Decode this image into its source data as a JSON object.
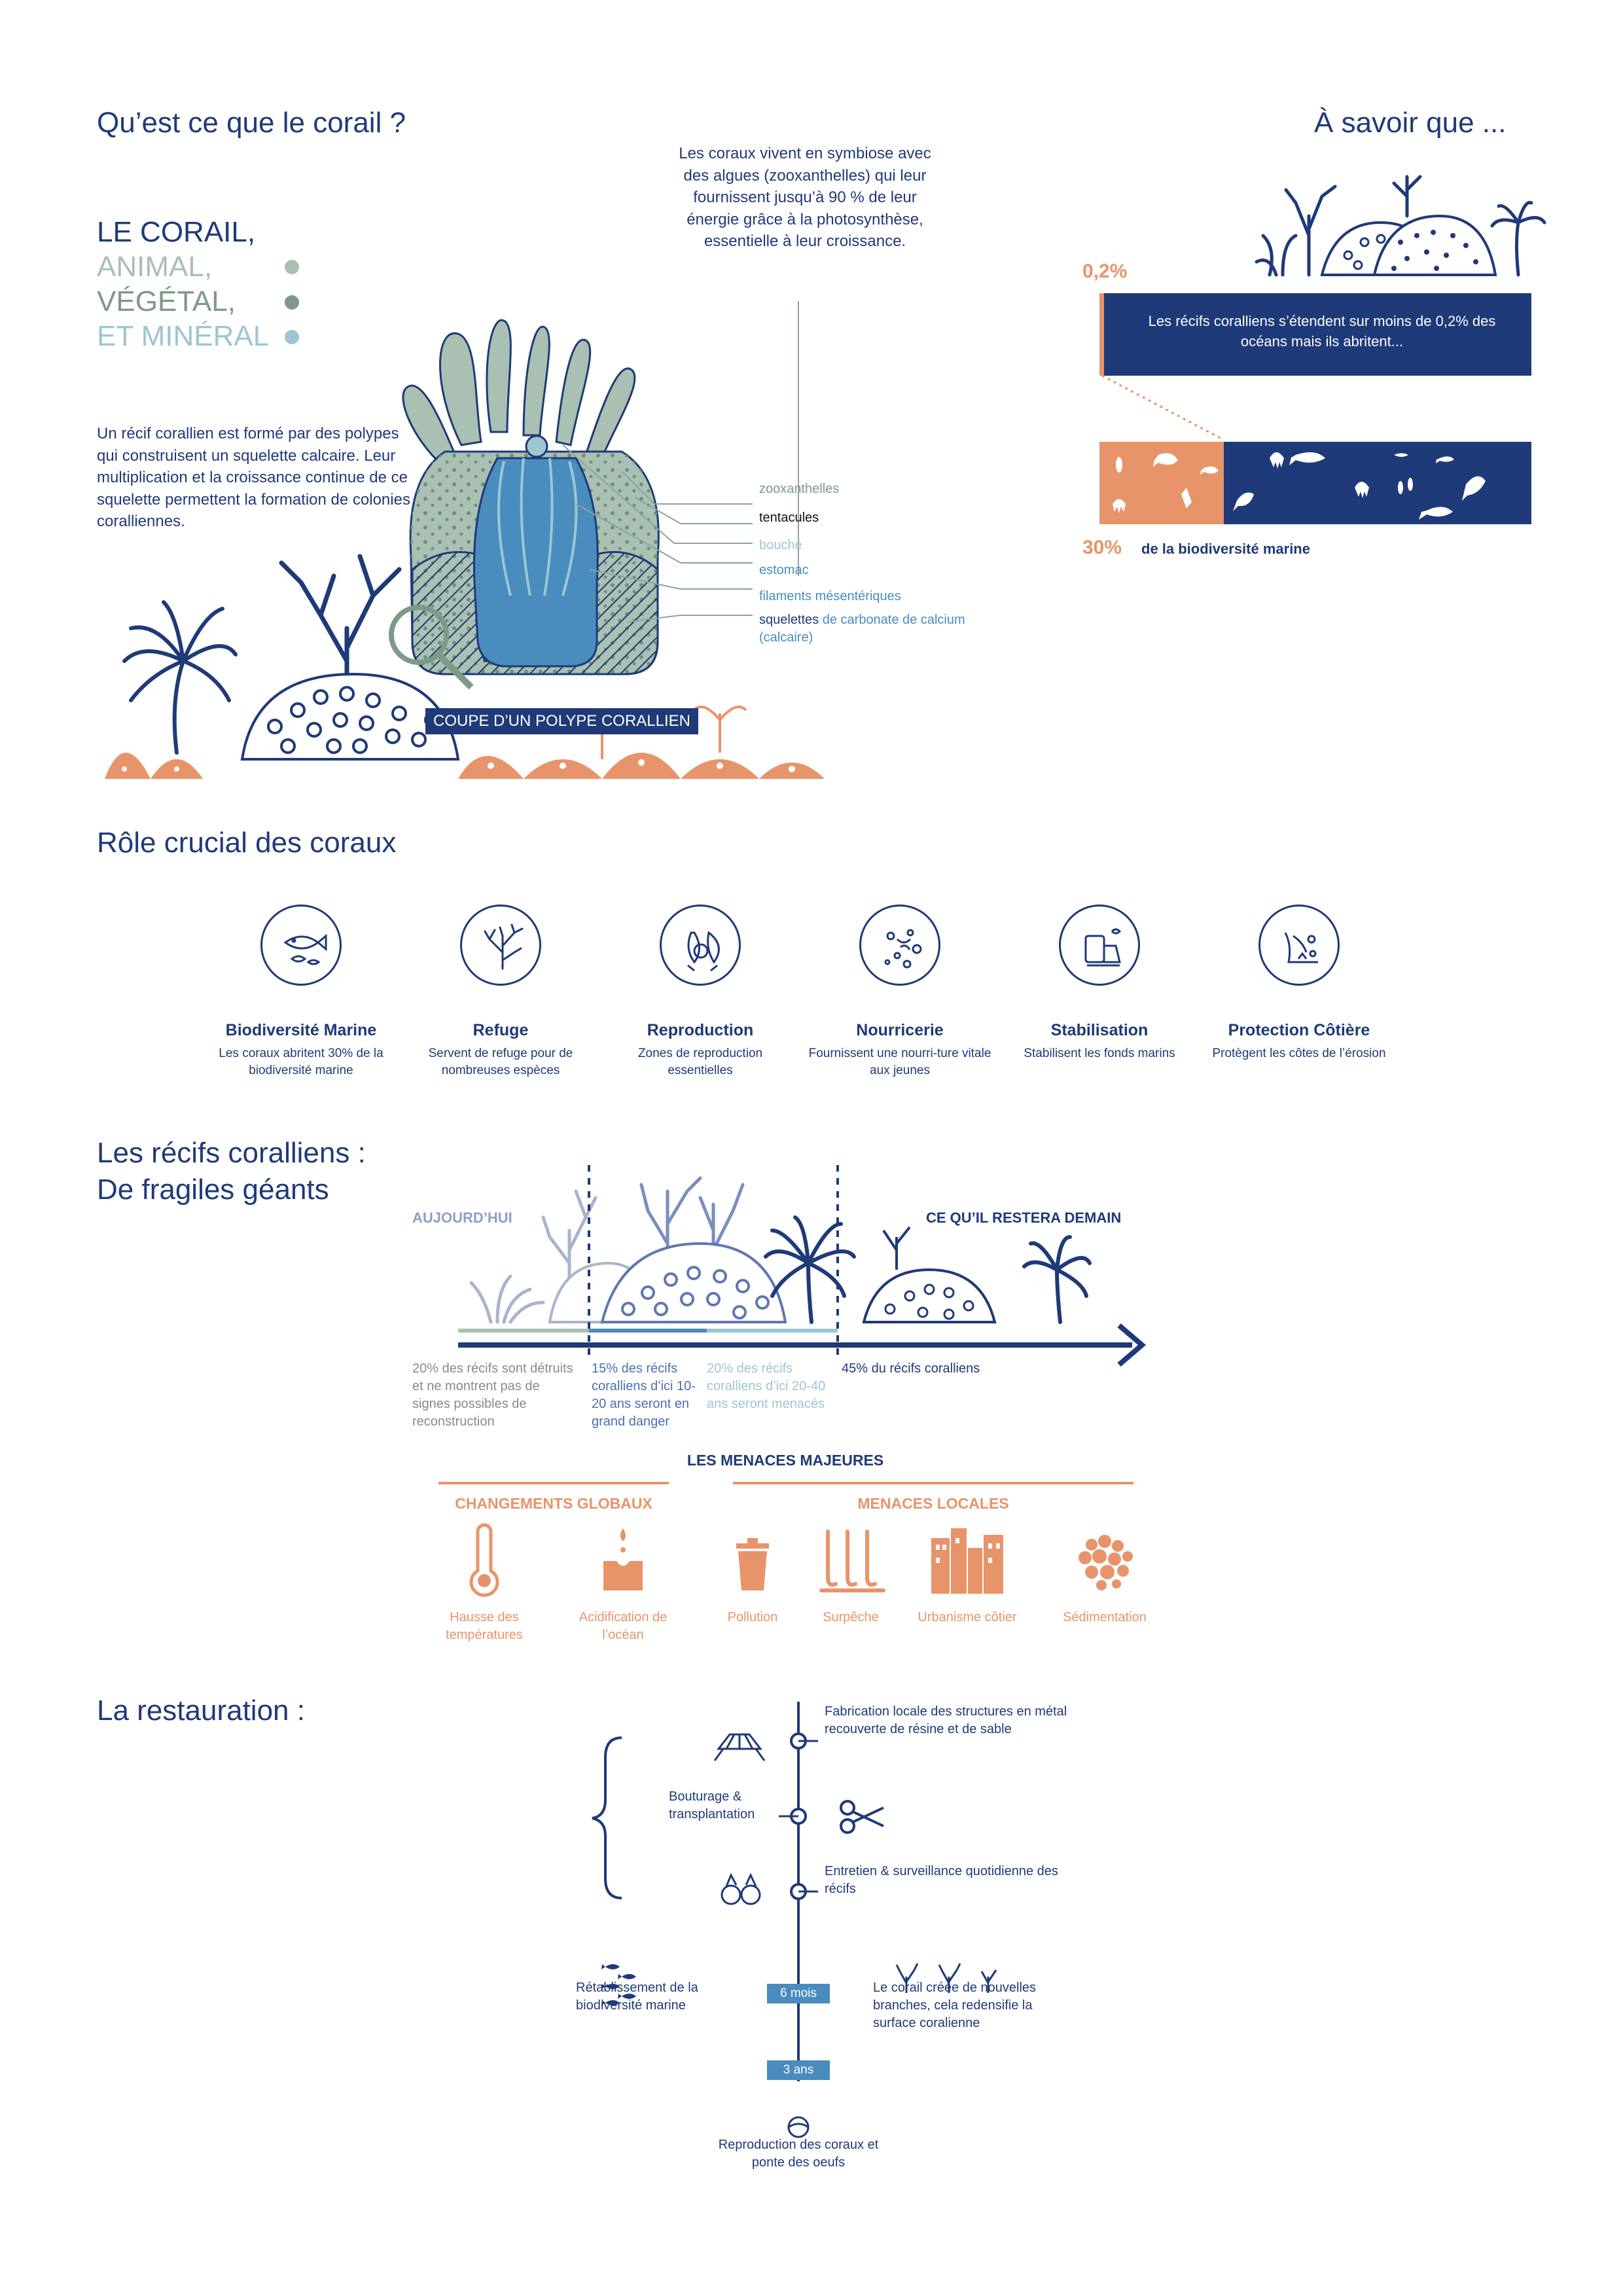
{
  "section1": {
    "title": "Qu’est ce que le corail ?",
    "corail_lines": [
      "LE CORAIL,",
      "ANIMAL,",
      "VÉGÉTAL,",
      "ET MINÉRAL"
    ],
    "intro": "Un récif corallien est formé par des polypes qui construisent un squelette calcaire. Leur multiplication et la croissance continue de ce squelette permettent la formation de colonies coralliennes.",
    "symbiose": "Les coraux vivent en symbiose avec des algues (zooxanthelles) qui leur fournissent jusqu’à 90 % de leur énergie grâce à la photosynthèse, essentielle à leur croissance.",
    "labels": {
      "zooxanthelles": "zooxanthelles",
      "tentacules": "tentacules",
      "bouche": "bouche",
      "estomac": "estomac",
      "filaments": "filaments mésentériques",
      "squelettes_a": "squelettes",
      "squelettes_b": " de carbonate de calcium (calcaire)"
    },
    "coupe": "COUPE D’UN POLYPE CORALLIEN"
  },
  "savoir": {
    "title": "À savoir que ...",
    "pct_small": "0,2%",
    "bar_text": "Les récifs coralliens s’étendent sur moins de 0,2% des océans mais ils abritent...",
    "pct_big": "30%",
    "bio_text": "de la biodiversité marine"
  },
  "roles": {
    "title": "Rôle crucial des coraux",
    "items": [
      {
        "title": "Biodiversité Marine",
        "desc": "Les coraux abritent 30% de la biodiversité marine",
        "icon": "fish-icon"
      },
      {
        "title": "Refuge",
        "desc": "Servent de refuge pour de nombreuses espèces",
        "icon": "coral-branch-icon"
      },
      {
        "title": "Reproduction",
        "desc": "Zones de reproduction essentielles",
        "icon": "fish-pair-icon"
      },
      {
        "title": "Nourricerie",
        "desc": "Fournissent une nourri-ture vitale aux jeunes",
        "icon": "plankton-icon"
      },
      {
        "title": "Stabilisation",
        "desc": "Stabilisent les fonds marins",
        "icon": "rock-icon"
      },
      {
        "title": "Protection Côtière",
        "desc": "Protègent les côtes de l’érosion",
        "icon": "coast-icon"
      }
    ]
  },
  "fragiles": {
    "title_1": "Les récifs coralliens :",
    "title_2": "De fragiles géants",
    "today": "AUJOURD’HUI",
    "tomorrow": "CE QU’IL RESTERA DEMAIN",
    "stat1": "20% des récifs sont détruits et ne montrent pas de signes possibles de reconstruction",
    "stat2": "15% des récifs coralliens d’ici 10-20 ans seront en grand danger",
    "stat3": "20% des récifs coralliens d’ici 20-40 ans seront menacés",
    "stat4": "45% du récifs coralliens",
    "menaces_title": "LES MENACES MAJEURES",
    "global_title": "CHANGEMENTS GLOBAUX",
    "local_title": "MENACES LOCALES",
    "threats": [
      {
        "label": "Hausse des températures",
        "icon": "thermometer-icon"
      },
      {
        "label": "Acidification de l’océan",
        "icon": "acid-drop-icon"
      },
      {
        "label": "Pollution",
        "icon": "trash-icon"
      },
      {
        "label": "Surpêche",
        "icon": "fishing-hook-icon"
      },
      {
        "label": "Urbanisme côtier",
        "icon": "buildings-icon"
      },
      {
        "label": "Sédimentation",
        "icon": "sediment-icon"
      }
    ]
  },
  "restauration": {
    "title": "La restauration :",
    "step1": "Fabrication locale des structures en métal recouverte de résine et de sable",
    "step2": "Bouturage & transplantation",
    "step3": "Entretien & surveillance quotidienne des récifs",
    "step4": "Rétablissement de la biodiversité marine",
    "step5": "Le corail créée de nouvelles branches, cela redensifie la surface coralienne",
    "tag1": "6 mois",
    "tag2": "3 ans",
    "step6": "Reproduction des coraux et ponte des oeufs"
  },
  "colors": {
    "navy": "#1f3a78",
    "sage": "#a9c0b2",
    "orange": "#e8946a",
    "blue": "#4a8cbd",
    "lightblue": "#9dc6d2"
  }
}
